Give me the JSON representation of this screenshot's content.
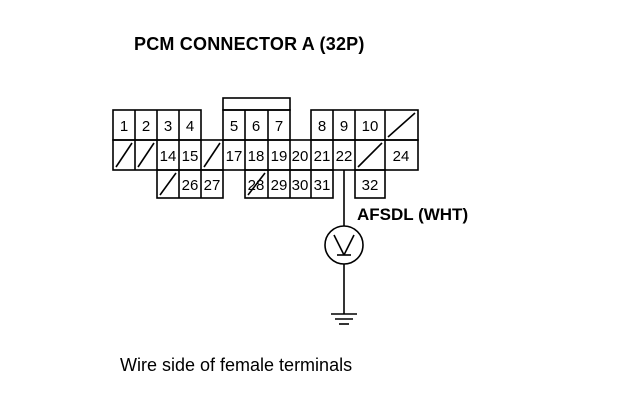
{
  "title": "PCM CONNECTOR A (32P)",
  "wire_label": "AFSDL (WHT)",
  "caption": "Wire side of female terminals",
  "colors": {
    "line": "#000000",
    "background": "#ffffff"
  },
  "symbols": {
    "meter": "voltmeter-icon",
    "ground": "ground-icon",
    "meter_letter": "V"
  },
  "terminals": {
    "t1": "1",
    "t2": "2",
    "t3": "3",
    "t4": "4",
    "t5": "5",
    "t6": "6",
    "t7": "7",
    "t8": "8",
    "t9": "9",
    "t10": "10",
    "t14": "14",
    "t15": "15",
    "t17": "17",
    "t18": "18",
    "t19": "19",
    "t20": "20",
    "t21": "21",
    "t22": "22",
    "t24": "24",
    "t26": "26",
    "t27": "27",
    "t28": "28",
    "t29": "29",
    "t30": "30",
    "t31": "31",
    "t32": "32"
  }
}
